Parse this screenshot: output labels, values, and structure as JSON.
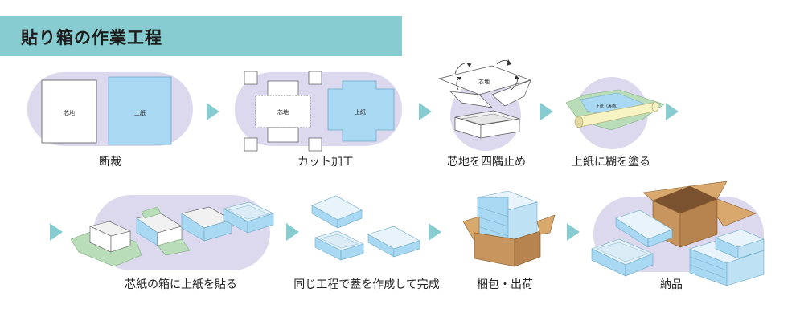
{
  "header": {
    "title": "貼り箱の作業工程"
  },
  "colors": {
    "accent": "#86ccd0",
    "blob": "#dcd9ee",
    "paper_blue": "#a8d8f2",
    "paper_green": "#b9dcb9",
    "paper_yellow": "#f7f3c2",
    "cardboard": "#c8955f"
  },
  "steps": [
    {
      "label": "断裁",
      "core": "芯地",
      "cover": "上紙"
    },
    {
      "label": "カット加工",
      "core": "芯地",
      "cover": "上紙"
    },
    {
      "label": "芯地を四隅止め",
      "core": "芯地"
    },
    {
      "label": "上紙に糊を塗る",
      "cover": "上紙（裏面）"
    },
    {
      "label": "芯紙の箱に上紙を貼る"
    },
    {
      "label": "同じ工程で蓋を作成して完成"
    },
    {
      "label": "梱包・出荷"
    },
    {
      "label": "納品"
    }
  ]
}
